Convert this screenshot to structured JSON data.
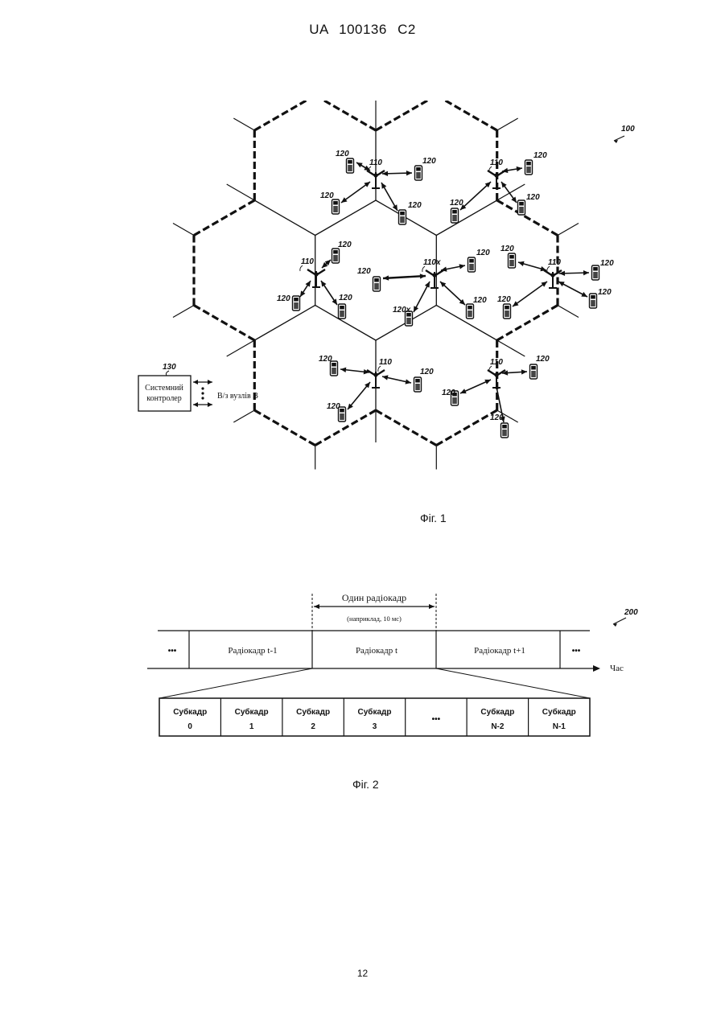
{
  "header": {
    "country": "UA",
    "number": "100136",
    "kind": "C2"
  },
  "fig1": {
    "ref_network": "100",
    "controller_ref": "130",
    "controller_line1": "Системний",
    "controller_line2": "контролер",
    "link_label": "В/з вузлів В",
    "station_label": "110",
    "serving_station_label": "110x",
    "terminal_label": "120",
    "serving_terminal_label": "120x",
    "caption": "Фіг. 1"
  },
  "fig2": {
    "ref": "200",
    "span_label": "Один радіокадр",
    "span_sub": "(наприклад, 10 мс)",
    "ellipsis": "•••",
    "frame_prev": "Радіокадр  t-1",
    "frame_curr": "Радіокадр   t",
    "frame_next": "Радіокадр  t+1",
    "time_label": "Час",
    "subframes": [
      {
        "name": "Субкадр",
        "index": "0"
      },
      {
        "name": "Субкадр",
        "index": "1"
      },
      {
        "name": "Субкадр",
        "index": "2"
      },
      {
        "name": "Субкадр",
        "index": "3"
      },
      {
        "name": "•••",
        "index": ""
      },
      {
        "name": "Субкадр",
        "index": "N-2"
      },
      {
        "name": "Субкадр",
        "index": "N-1"
      }
    ],
    "caption": "Фіг. 2"
  },
  "page_number": "12"
}
